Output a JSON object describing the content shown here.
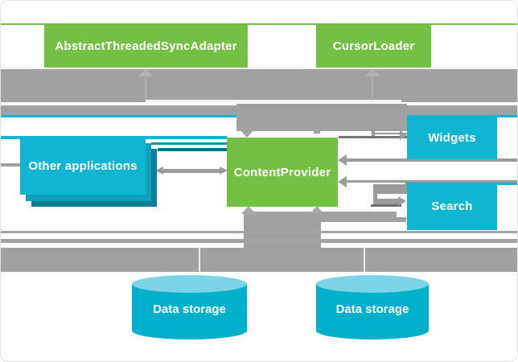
{
  "diagram": {
    "nodes": {
      "abstract_threaded_sync_adapter": "AbstractThreadedSyncAdapter",
      "cursor_loader": "CursorLoader",
      "other_applications": "Other applications",
      "content_provider": "ContentProvider",
      "widgets": "Widgets",
      "search": "Search",
      "data_storage_left": "Data storage",
      "data_storage_right": "Data storage"
    },
    "colors": {
      "node_green": "#74C044",
      "node_cyan": "#10B5D2",
      "stack_teal_mid": "#0FA0BC",
      "stack_teal_dark": "#0C7F94",
      "connector_gray": "#A1A1A1",
      "cylinder_body": "#00AFC9",
      "cylinder_top": "#7BD4E8",
      "label_text": "#FFFFFF"
    }
  }
}
